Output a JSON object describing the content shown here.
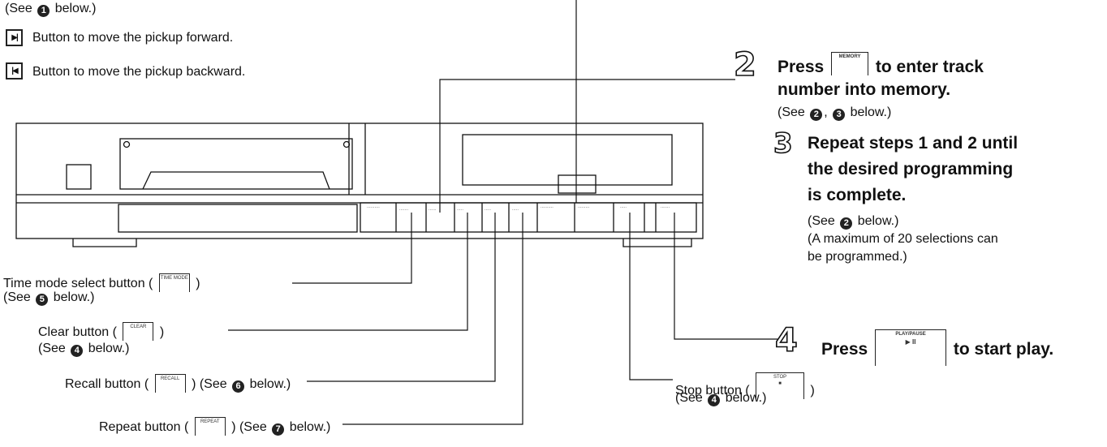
{
  "top_left": {
    "see_prefix": "(See",
    "see_num": "1",
    "see_suffix": "below.)",
    "forward": "Button to move the pickup forward.",
    "backward": "Button to move the pickup backward."
  },
  "icons": {
    "forward_glyph": "▶|",
    "backward_glyph": "|◀"
  },
  "step2": {
    "num": "2",
    "press": "Press",
    "button_label": "MEMORY",
    "text1": "to enter track",
    "text2": "number into memory.",
    "see_prefix": "(See",
    "see_num_a": "2",
    "see_sep": ",",
    "see_num_b": "3",
    "see_suffix": "below.)"
  },
  "step3": {
    "num": "3",
    "line1": "Repeat steps 1 and 2 until",
    "line2": "the desired programming",
    "line3": "is complete.",
    "see_prefix": "(See",
    "see_num": "2",
    "see_suffix": "below.)",
    "note1": "(A maximum of 20 selections can",
    "note2": "be programmed.)"
  },
  "step4": {
    "num": "4",
    "press": "Press",
    "button_label": "PLAY/PAUSE",
    "button_symbol": "▶ II",
    "text": "to start play."
  },
  "callouts": {
    "time_mode": {
      "label": "Time mode select button (",
      "button": "TIME MODE",
      "close": ")",
      "see_prefix": "(See",
      "see_num": "5",
      "see_suffix": "below.)"
    },
    "clear": {
      "label": "Clear button (",
      "button": "CLEAR",
      "close": ")",
      "see_prefix": "(See",
      "see_num": "4",
      "see_suffix": "below.)"
    },
    "recall": {
      "label": "Recall button (",
      "button": "RECALL",
      "close": ") (See",
      "see_num": "6",
      "see_suffix": "below.)"
    },
    "repeat": {
      "label": "Repeat button (",
      "button": "REPEAT",
      "close": ") (See",
      "see_num": "7",
      "see_suffix": "below.)"
    },
    "stop": {
      "label": "Stop button (",
      "button": "STOP",
      "button_symbol": "■",
      "close": ")",
      "see_prefix": "(See",
      "see_num": "4",
      "see_suffix": "below.)"
    }
  }
}
